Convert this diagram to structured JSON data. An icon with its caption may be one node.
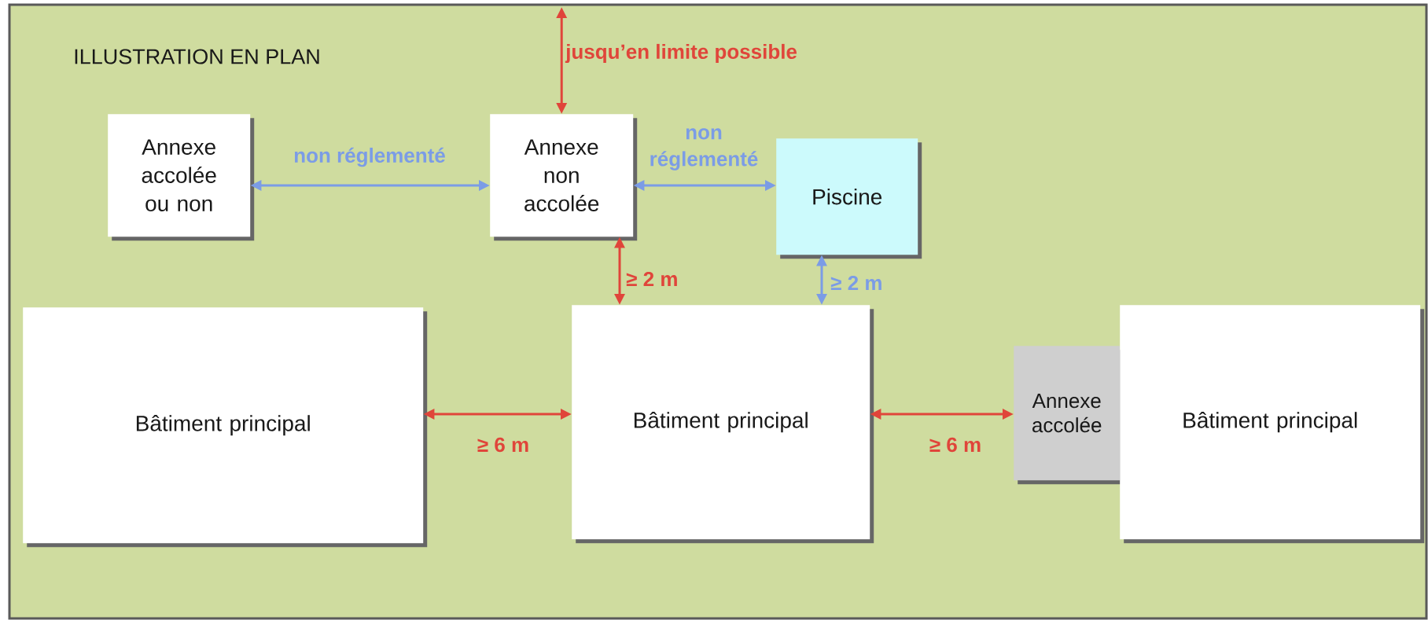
{
  "diagram": {
    "title": "ILLUSTRATION EN PLAN",
    "nodes": [
      {
        "text": [
          "Annexe accolée ou non"
        ]
      },
      {
        "text": [
          "Annexe non accolée"
        ]
      },
      {
        "text": [
          "Piscine"
        ]
      },
      {
        "text": [
          "Bâtiment principal"
        ]
      },
      {
        "text": [
          "Bâtiment principal"
        ]
      },
      {
        "text": [
          "Annexe accolée"
        ]
      },
      {
        "text": [
          "Bâtiment principal"
        ]
      }
    ],
    "edges": [
      {
        "from": null,
        "to": 1,
        "arrow": "both",
        "label": "jusqu’en limite possible"
      },
      {
        "from": 0,
        "to": 1,
        "arrow": "both",
        "label": "non réglementé",
        "color": "#7b9ce6"
      },
      {
        "from": 1,
        "to": 2,
        "arrow": "both",
        "label": "non réglementé",
        "color": "#7b9ce6"
      },
      {
        "from": 1,
        "to": 4,
        "arrow": "both",
        "label": "≥ 2 m"
      },
      {
        "from": 2,
        "to": 4,
        "arrow": "both",
        "label": "≥ 2 m",
        "color": "#7b9ce6"
      },
      {
        "from": 3,
        "to": 4,
        "arrow": "both",
        "label": "≥ 6 m"
      },
      {
        "from": 4,
        "to": 5,
        "arrow": "both",
        "label": "≥ 6 m"
      }
    ]
  }
}
